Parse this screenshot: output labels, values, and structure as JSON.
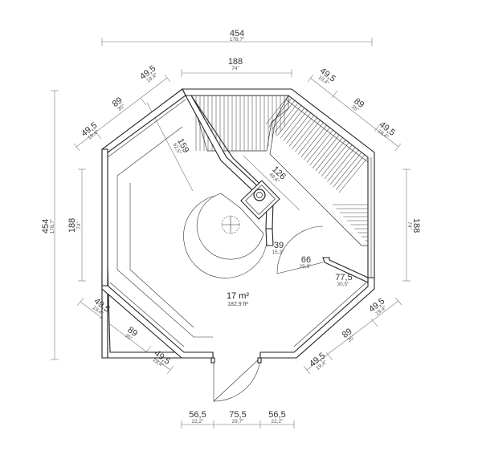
{
  "area": {
    "metric": "17 m²",
    "imperial": "182,9 ft²"
  },
  "dimensions": {
    "top_width": {
      "main": "454",
      "sub": "178,7\""
    },
    "top_inner": {
      "main": "188",
      "sub": "74\""
    },
    "left_height": {
      "main": "454",
      "sub": "178,7\""
    },
    "left_inner": {
      "main": "188",
      "sub": "74\""
    },
    "right_inner": {
      "main": "188",
      "sub": "74\""
    },
    "ul_a": {
      "main": "49,5",
      "sub": "19,4\""
    },
    "ul_b": {
      "main": "89",
      "sub": "35\""
    },
    "ul_c": {
      "main": "49,5",
      "sub": "19,4\""
    },
    "ur_a": {
      "main": "49,5",
      "sub": "19,4\""
    },
    "ur_b": {
      "main": "89",
      "sub": "35\""
    },
    "ur_c": {
      "main": "49,5",
      "sub": "19,4\""
    },
    "ll_a": {
      "main": "49,5",
      "sub": "19,4\""
    },
    "ll_b": {
      "main": "89",
      "sub": "35\""
    },
    "ll_c": {
      "main": "49,5",
      "sub": "19,4\""
    },
    "lr_a": {
      "main": "49,5",
      "sub": "19,4\""
    },
    "lr_b": {
      "main": "89",
      "sub": "35\""
    },
    "lr_c": {
      "main": "49,5",
      "sub": "19,4\""
    },
    "bench_159": {
      "main": "159",
      "sub": "62,5\""
    },
    "bench_126": {
      "main": "126",
      "sub": "49,6\""
    },
    "wall_39": {
      "main": "39",
      "sub": "15,3\""
    },
    "door_66": {
      "main": "66",
      "sub": "25,9\""
    },
    "seg_775": {
      "main": "77,5",
      "sub": "30,5\""
    },
    "bottom_left": {
      "main": "56,5",
      "sub": "22,2\""
    },
    "bottom_mid": {
      "main": "75,5",
      "sub": "29,7\""
    },
    "bottom_right": {
      "main": "56,5",
      "sub": "22,2\""
    }
  }
}
